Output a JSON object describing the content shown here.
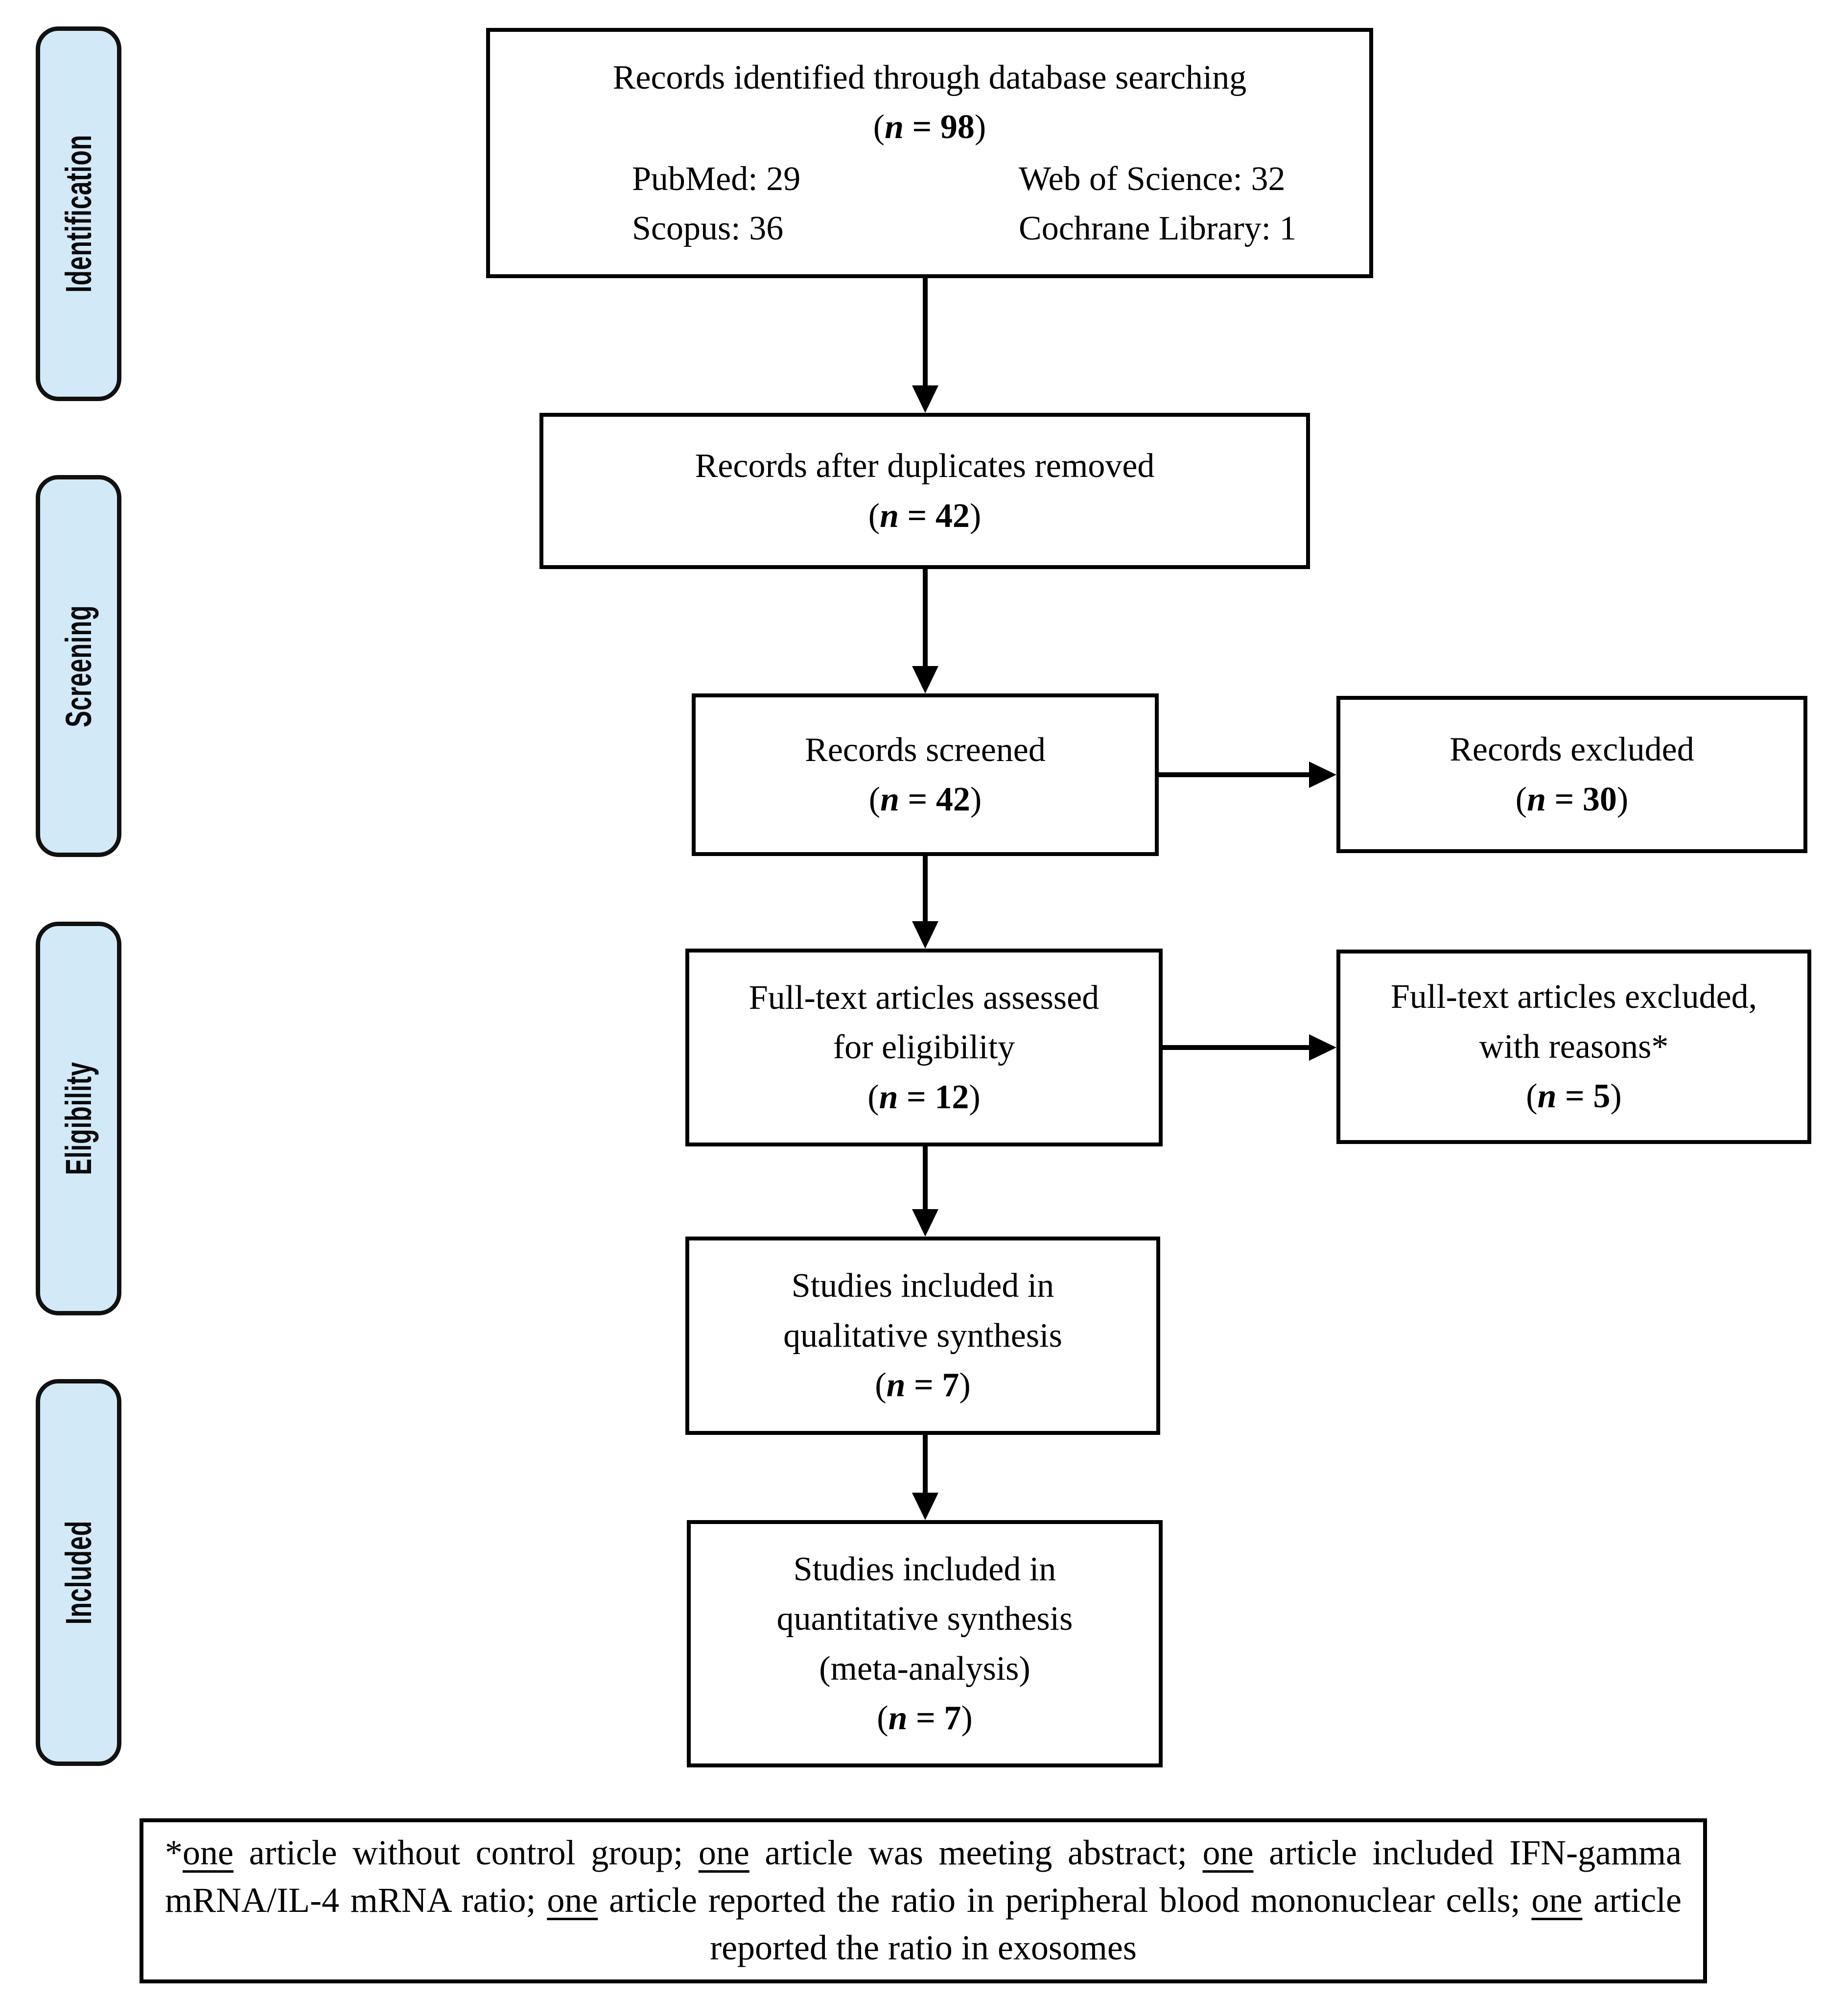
{
  "stages": {
    "identification": "Identification",
    "screening": "Screening",
    "eligibility": "Eligibility",
    "included": "Included"
  },
  "nfmt": {
    "open": "(",
    "sym": "n",
    "eq": " = ",
    "close": ")"
  },
  "boxes": {
    "identified": {
      "lines": [
        "Records identified through database searching"
      ],
      "n": "98",
      "sources": [
        "PubMed: 29",
        "Web of Science: 32",
        "Scopus: 36",
        "Cochrane Library: 1"
      ]
    },
    "duplicates_removed": {
      "lines": [
        "Records after duplicates removed"
      ],
      "n": "42"
    },
    "screened": {
      "lines": [
        "Records screened"
      ],
      "n": "42"
    },
    "records_excluded": {
      "lines": [
        "Records excluded"
      ],
      "n": "30"
    },
    "fulltext_assessed": {
      "lines": [
        "Full-text articles assessed",
        "for eligibility"
      ],
      "n": "12"
    },
    "fulltext_excluded": {
      "lines": [
        "Full-text articles excluded,",
        "with reasons*"
      ],
      "n": "5"
    },
    "qualitative": {
      "lines": [
        "Studies included in",
        "qualitative synthesis"
      ],
      "n": "7"
    },
    "quantitative": {
      "lines": [
        "Studies included in",
        "quantitative synthesis",
        "(meta-analysis)"
      ],
      "n": "7"
    }
  },
  "footnote": {
    "segments": [
      {
        "text": "*"
      },
      {
        "text": "one",
        "underline": true
      },
      {
        "text": " article without control group; "
      },
      {
        "text": "one",
        "underline": true
      },
      {
        "text": " article was meeting abstract; "
      },
      {
        "text": "one",
        "underline": true
      },
      {
        "text": " article included IFN-gamma mRNA/IL-4 mRNA ratio; "
      },
      {
        "text": "one",
        "underline": true
      },
      {
        "text": " article reported the ratio in peripheral blood mononuclear cells; "
      },
      {
        "text": "one",
        "underline": true
      },
      {
        "text": " article reported the ratio in exosomes"
      }
    ]
  },
  "colors": {
    "stage_fill": "#d2e9f8",
    "line": "#000000"
  }
}
